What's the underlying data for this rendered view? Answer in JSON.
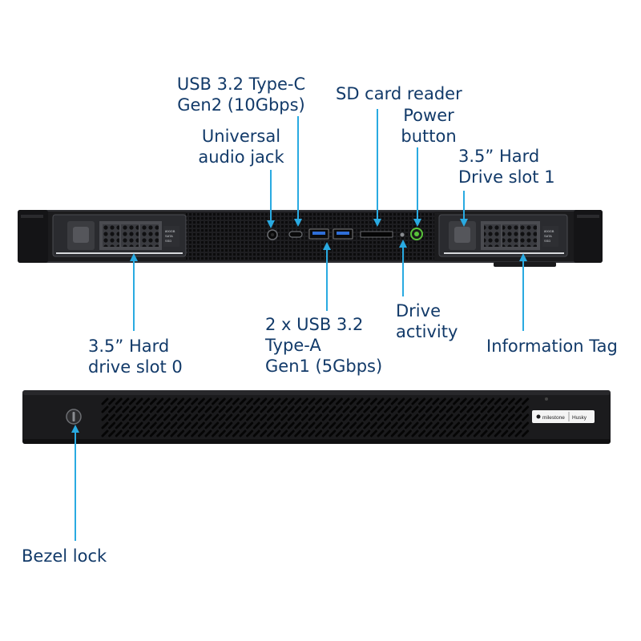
{
  "labels": {
    "usb_c": "USB 3.2 Type-C\nGen2 (10Gbps)",
    "sd_card": "SD card reader",
    "audio_jack": "Universal\naudio jack",
    "power_button": "Power\nbutton",
    "drive_slot_1": "3.5” Hard\nDrive slot 1",
    "usb_a": "2 x USB 3.2\nType-A\nGen1 (5Gbps)",
    "drive_activity": "Drive\nactivity",
    "drive_slot_0": "3.5” Hard\ndrive slot 0",
    "info_tag": "Information Tag",
    "bezel_lock": "Bezel lock"
  },
  "bezel_badge": {
    "brand": "milestone",
    "model": "Husky"
  },
  "drive_tray_badge": {
    "line1": "800GB",
    "line2": "SATA",
    "line3": "SSD"
  },
  "colors": {
    "label_text": "#123a69",
    "leader_line": "#29aae1",
    "chassis": "#1c1c1e",
    "chassis_frame": "#2f3034",
    "usb_blue": "#2f6fd8",
    "power_led": "#58c23a"
  }
}
